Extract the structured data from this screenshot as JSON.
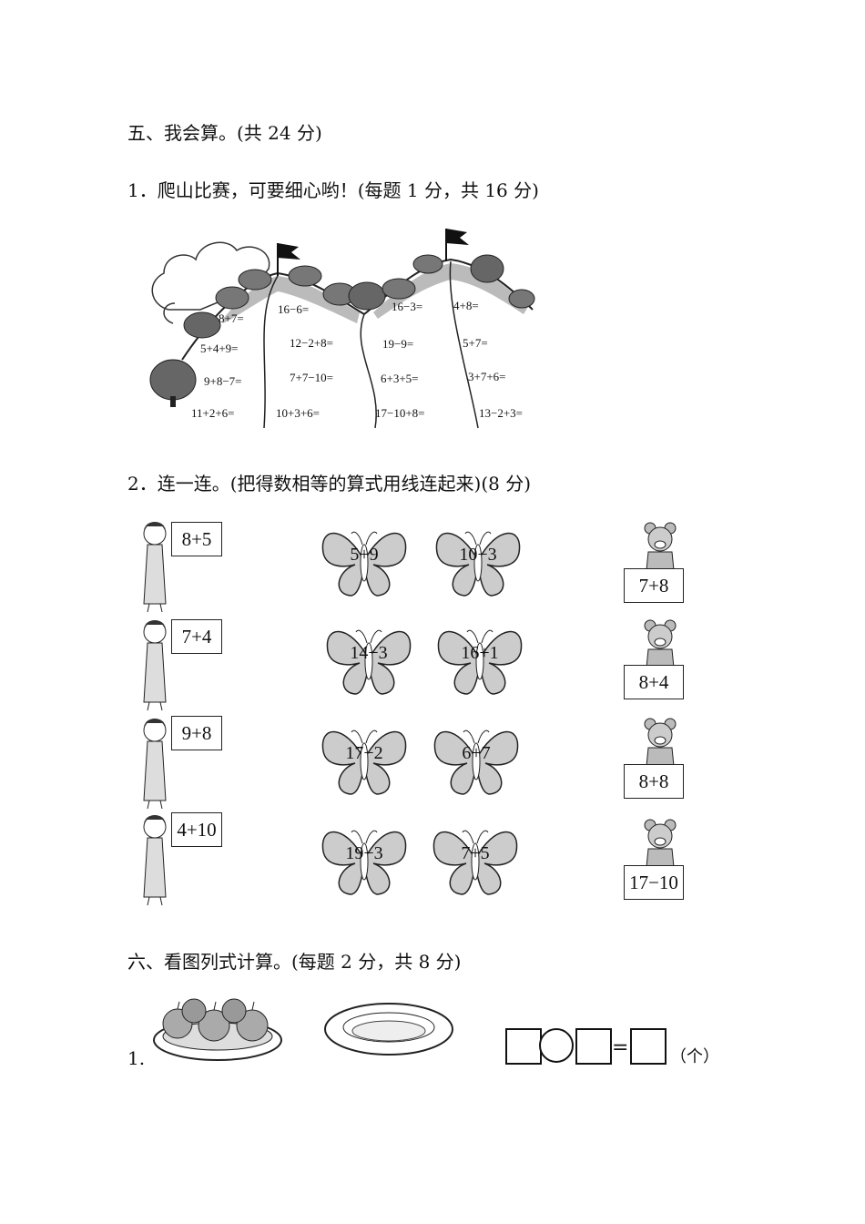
{
  "section5": {
    "title": "五、我会算。(共 24 分)",
    "q1": {
      "title": "1．爬山比赛，可要细心哟！(每题 1 分，共 16 分)",
      "exprs": [
        "8+7=",
        "16−6=",
        "16−3=",
        "4+8=",
        "5+4+9=",
        "12−2+8=",
        "19−9=",
        "5+7=",
        "9+8−7=",
        "7+7−10=",
        "6+3+5=",
        "3+7+6=",
        "11+2+6=",
        "10+3+6=",
        "17−10+8=",
        "13−2+3="
      ]
    },
    "q2": {
      "title": "2．连一连。(把得数相等的算式用线连起来)(8 分)",
      "girl_signs": [
        "8+5",
        "7+4",
        "9+8",
        "4+10"
      ],
      "butterflies": [
        "5+9",
        "10−3",
        "14−3",
        "16+1",
        "17−2",
        "6+7",
        "19−3",
        "7+5"
      ],
      "bear_signs": [
        "7+8",
        "8+4",
        "8+8",
        "17−10"
      ]
    }
  },
  "section6": {
    "title": "六、看图列式计算。(每题 2 分，共 8 分)",
    "q1": {
      "number": "1.",
      "equals": "=",
      "unit": "（个）"
    }
  }
}
